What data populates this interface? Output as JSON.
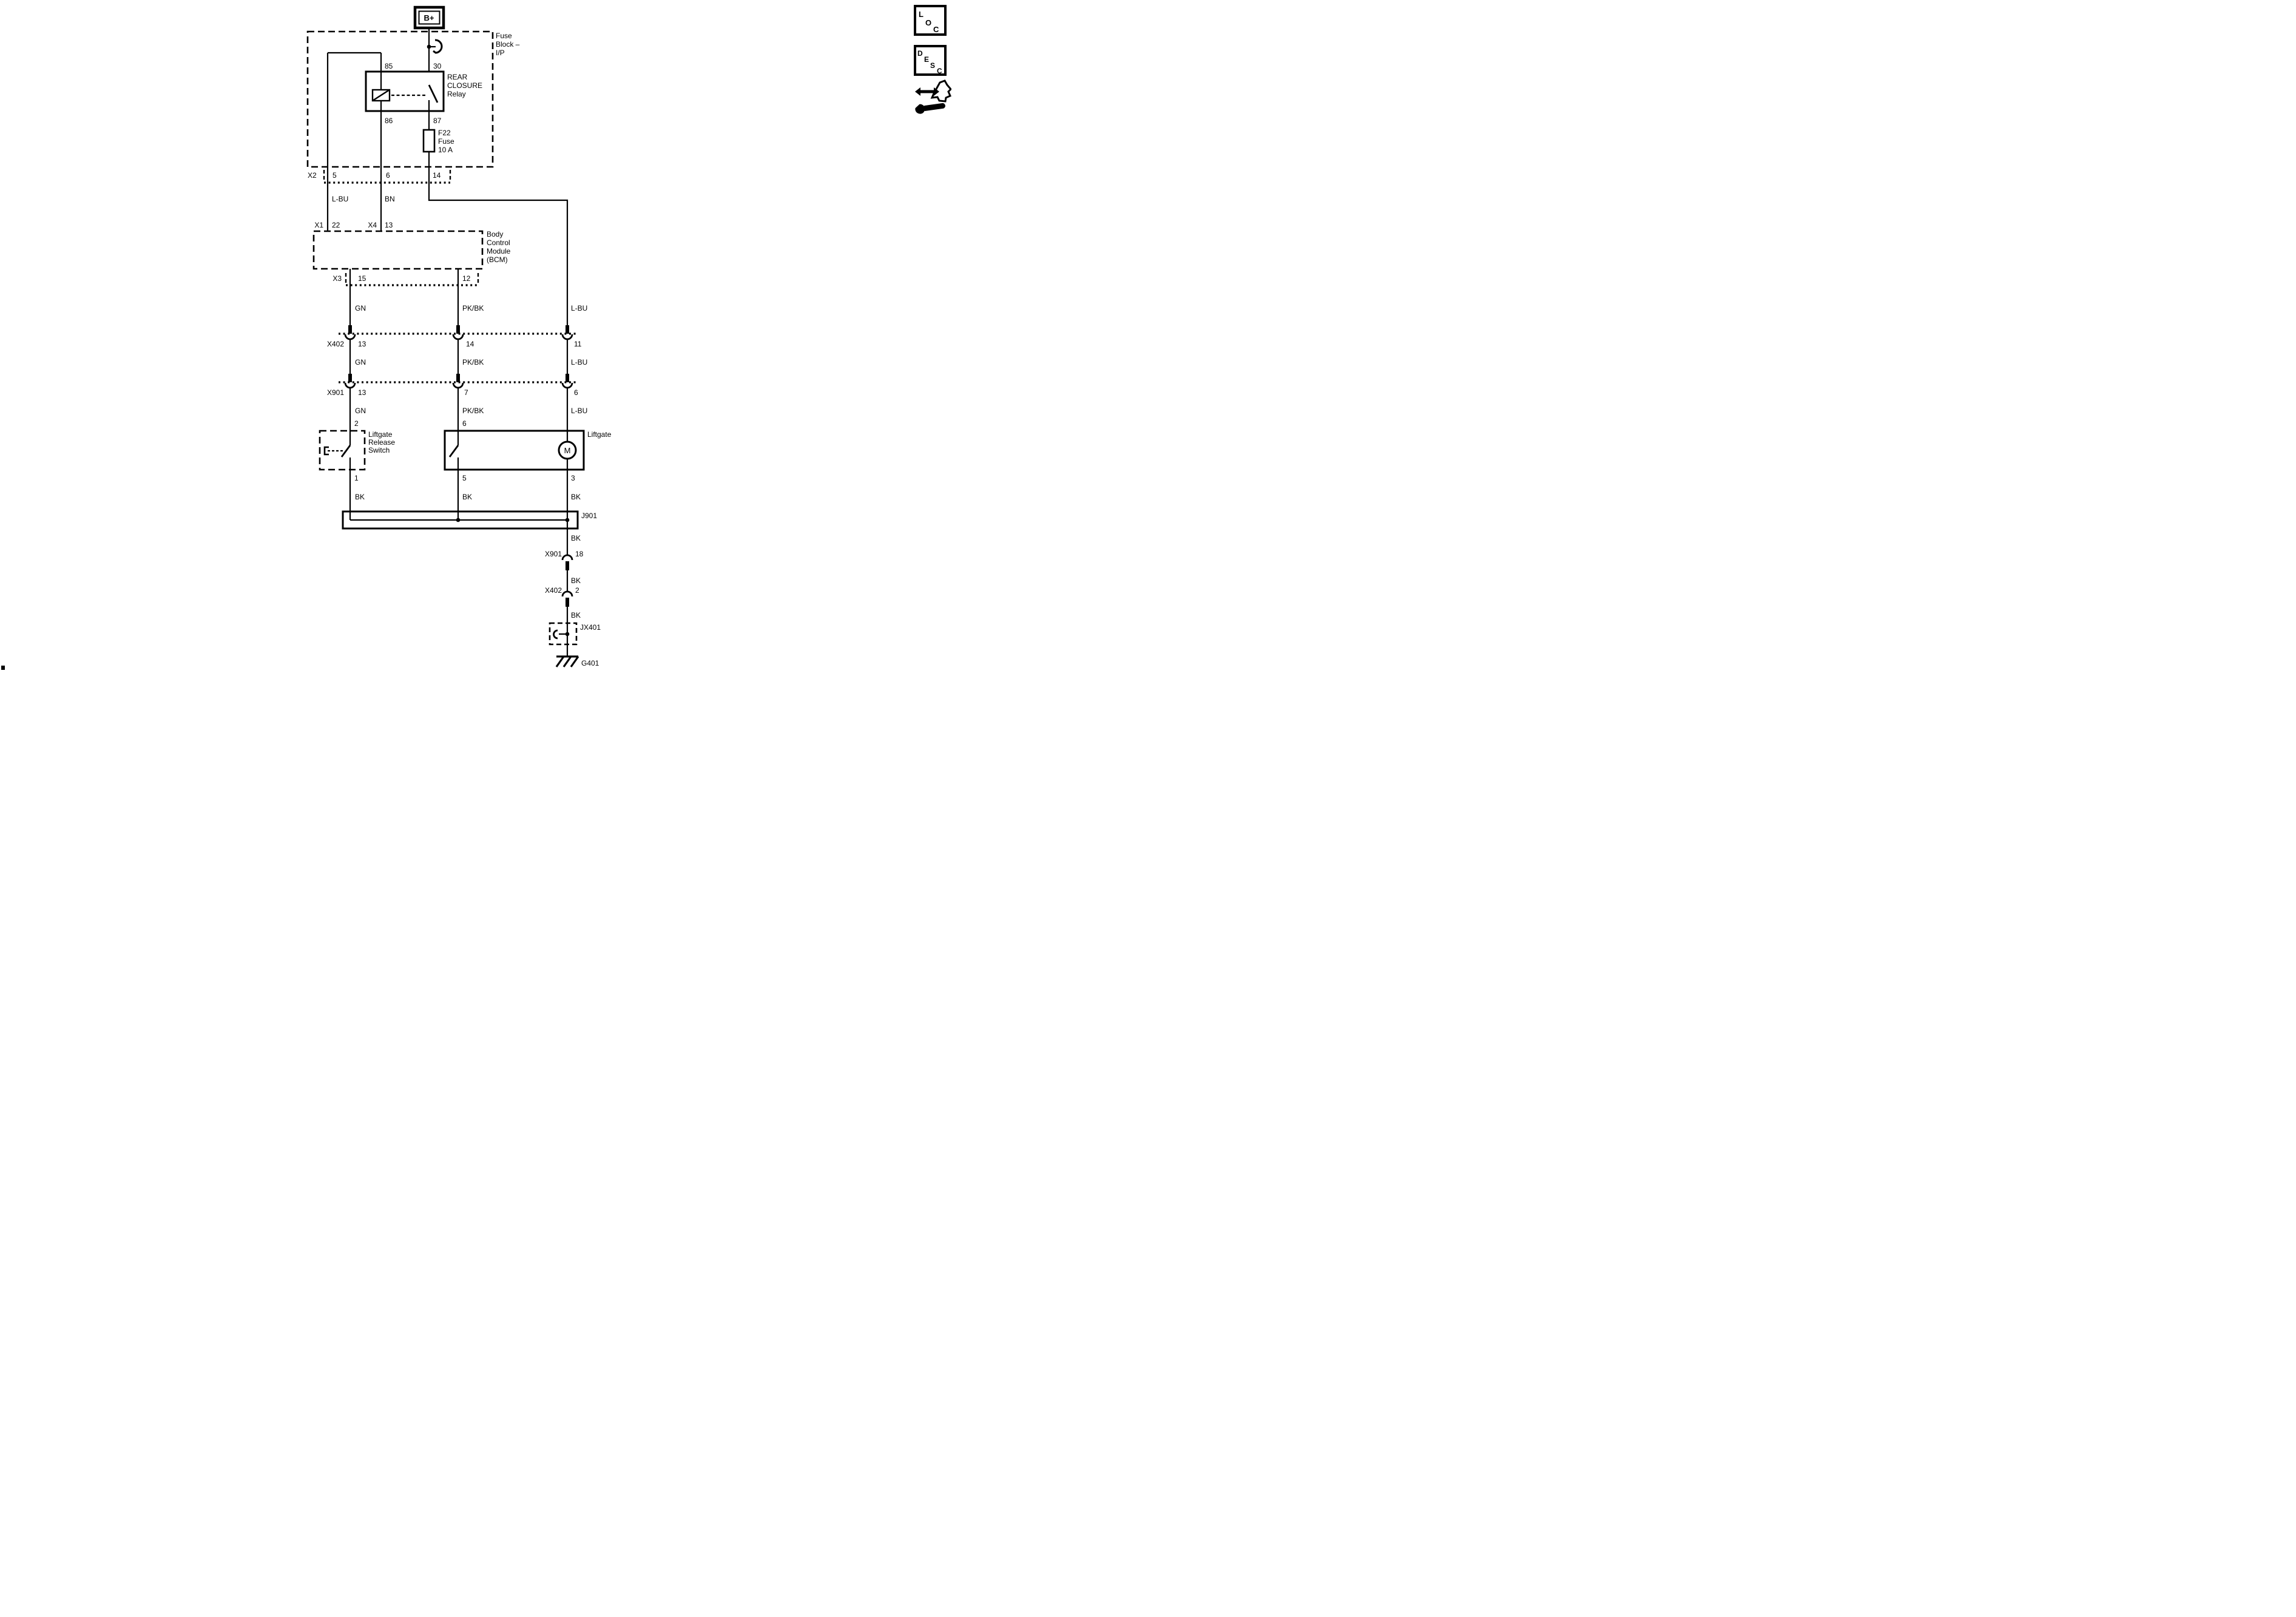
{
  "colors": {
    "ink": "#000000",
    "paper": "#ffffff"
  },
  "power": {
    "battery": "B+"
  },
  "fuse_block": {
    "label": [
      "Fuse",
      "Block –",
      "I/P"
    ],
    "relay": {
      "name": [
        "REAR",
        "CLOSURE",
        "Relay"
      ],
      "pins": {
        "tl": "85",
        "tr": "30",
        "bl": "86",
        "br": "87"
      }
    },
    "fuse": {
      "label": [
        "F22",
        "Fuse",
        "10 A"
      ]
    }
  },
  "bcm": {
    "label": [
      "Body",
      "Control",
      "Module",
      "(BCM)"
    ]
  },
  "connectors": {
    "x2": {
      "name": "X2",
      "pins": [
        "5",
        "6",
        "14"
      ]
    },
    "x1": {
      "name": "X1",
      "pin": "22"
    },
    "x4": {
      "name": "X4",
      "pin": "13"
    },
    "x3": {
      "name": "X3",
      "pins": [
        "15",
        "12"
      ]
    },
    "x402": {
      "name": "X402",
      "pins": [
        "13",
        "14",
        "11"
      ]
    },
    "x901": {
      "name": "X901",
      "pins": [
        "13",
        "7",
        "6"
      ]
    },
    "x901_inline": {
      "name": "X901",
      "pin": "18"
    },
    "x402_inline": {
      "name": "X402",
      "pin": "2"
    }
  },
  "wires": {
    "upper": [
      "L-BU",
      "BN"
    ],
    "row1": [
      "GN",
      "PK/BK",
      "L-BU"
    ],
    "row2": [
      "GN",
      "PK/BK",
      "L-BU"
    ],
    "row3": [
      "GN",
      "PK/BK",
      "L-BU"
    ],
    "bk_row": [
      "BK",
      "BK",
      "BK"
    ],
    "bk_chain": [
      "BK",
      "BK",
      "BK"
    ]
  },
  "release_switch": {
    "label": [
      "Liftgate",
      "Release",
      "Switch"
    ],
    "pin_top": "2",
    "pin_bottom": "1"
  },
  "liftgate": {
    "label": "Liftgate",
    "motor": "M",
    "switch_pin_top": "6",
    "switch_pin_bottom": "5",
    "motor_pin": "3"
  },
  "junctions": {
    "j901": "J901",
    "jx401": "JX401",
    "ground": "G401"
  },
  "toolbar": {
    "loc": [
      "L",
      "O",
      "C"
    ],
    "desc": [
      "D",
      "E",
      "S",
      "C"
    ]
  }
}
